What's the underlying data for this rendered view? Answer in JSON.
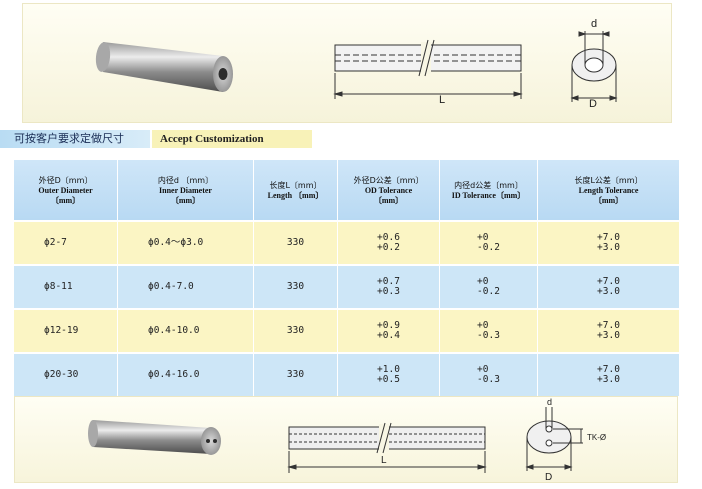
{
  "banner": {
    "cn": "可按客户要求定做尺寸",
    "en": "Accept Customization"
  },
  "drawing_top": {
    "d": "d",
    "D": "D",
    "L": "L"
  },
  "drawing_bottom": {
    "d": "d",
    "D": "D",
    "L": "L",
    "tk": "TK-Ø"
  },
  "table": {
    "headers": [
      {
        "cn": "外径D〔mm〕",
        "en": "Outer Diameter",
        "unit": "〔mm〕"
      },
      {
        "cn": "内径d 〔mm〕",
        "en": "Inner Diameter",
        "unit": "〔mm〕"
      },
      {
        "cn": "长度L〔mm〕",
        "en": "Length 〔mm〕",
        "unit": ""
      },
      {
        "cn": "外径D公差〔mm〕",
        "en": "OD Tolerance",
        "unit": "〔mm〕"
      },
      {
        "cn": "内径d公差〔mm〕",
        "en": "ID Tolerance〔mm〕",
        "unit": ""
      },
      {
        "cn": "长度L公差〔mm〕",
        "en": "Length Tolerance",
        "unit": "〔mm〕"
      }
    ],
    "rows": [
      {
        "od": "ϕ2-7",
        "id": "ϕ0.4～ϕ3.0",
        "length": "330",
        "od_tol_upper": "+0.6",
        "od_tol_lower": "+0.2",
        "id_tol_upper": "+0",
        "id_tol_lower": "-0.2",
        "len_tol_upper": "+7.0",
        "len_tol_lower": "+3.0"
      },
      {
        "od": "ϕ8-11",
        "id": "ϕ0.4-7.0",
        "length": "330",
        "od_tol_upper": "+0.7",
        "od_tol_lower": "+0.3",
        "id_tol_upper": "+0",
        "id_tol_lower": "-0.2",
        "len_tol_upper": "+7.0",
        "len_tol_lower": "+3.0"
      },
      {
        "od": "ϕ12-19",
        "id": "ϕ0.4-10.0",
        "length": "330",
        "od_tol_upper": "+0.9",
        "od_tol_lower": "+0.4",
        "id_tol_upper": "+0",
        "id_tol_lower": "-0.3",
        "len_tol_upper": "+7.0",
        "len_tol_lower": "+3.0"
      },
      {
        "od": "ϕ20-30",
        "id": "ϕ0.4-16.0",
        "length": "330",
        "od_tol_upper": "+1.0",
        "od_tol_lower": "+0.5",
        "id_tol_upper": "+0",
        "id_tol_lower": "-0.3",
        "len_tol_upper": "+7.0",
        "len_tol_lower": "+3.0"
      }
    ]
  }
}
